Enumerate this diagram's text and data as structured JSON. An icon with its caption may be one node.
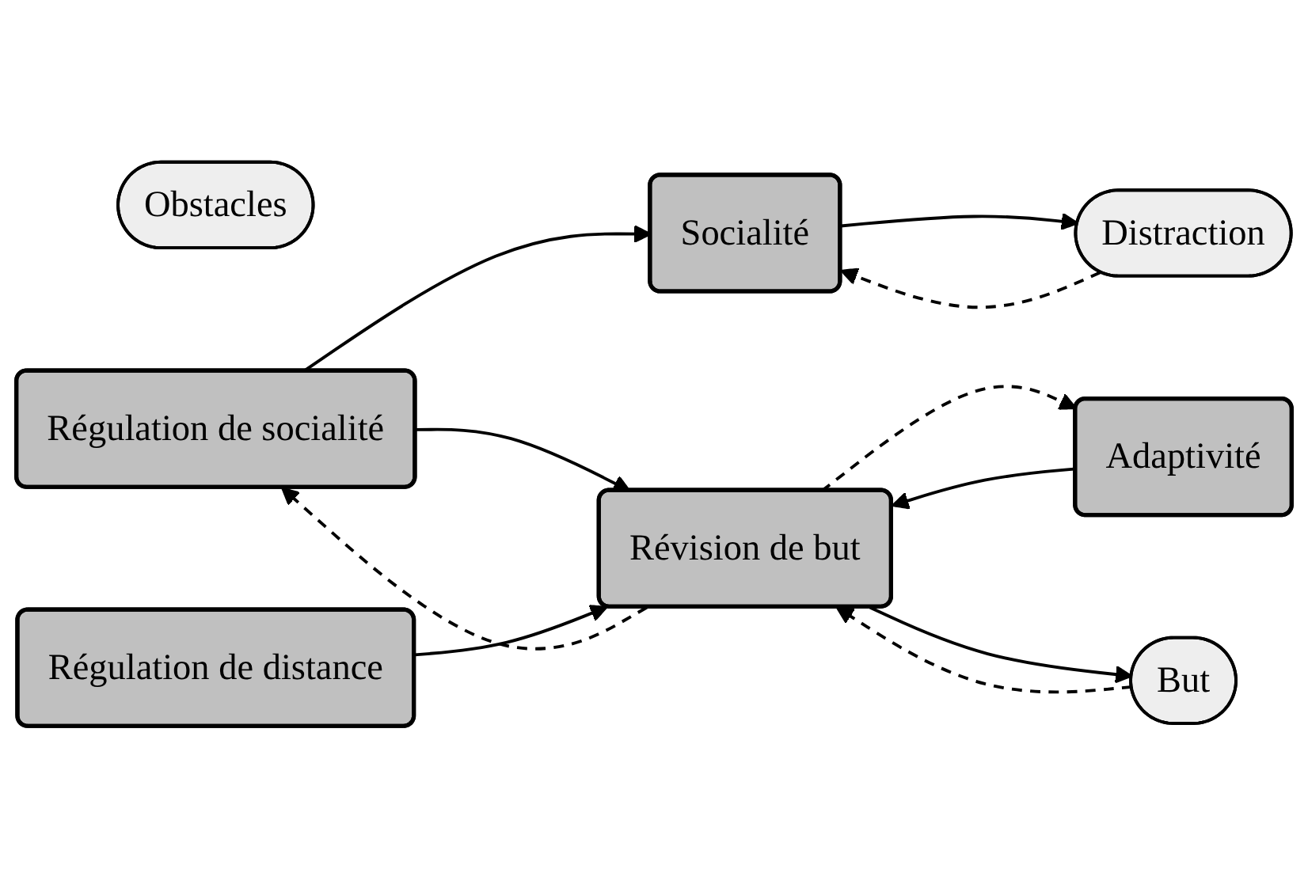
{
  "diagram": {
    "nodes": [
      {
        "text": [
          "Obstacles"
        ]
      },
      {
        "text": [
          "Régulation de socialité"
        ]
      },
      {
        "text": [
          "Socialité"
        ]
      },
      {
        "text": [
          "Distraction"
        ]
      },
      {
        "text": [
          "Adaptivité"
        ]
      },
      {
        "text": [
          "Révision de but"
        ]
      },
      {
        "text": [
          "But"
        ]
      },
      {
        "text": [
          "Régulation de distance"
        ]
      }
    ],
    "edges": [
      {
        "from": 1,
        "to": 2,
        "arrow": "to"
      },
      {
        "from": 2,
        "to": 3,
        "arrow": "to"
      },
      {
        "from": 3,
        "to": 2,
        "arrow": "to",
        "style": "dashed"
      },
      {
        "from": 1,
        "to": 5,
        "arrow": "to"
      },
      {
        "from": 5,
        "to": 1,
        "arrow": "to",
        "style": "dashed"
      },
      {
        "from": 4,
        "to": 5,
        "arrow": "to"
      },
      {
        "from": 5,
        "to": 4,
        "arrow": "to",
        "style": "dashed"
      },
      {
        "from": 5,
        "to": 6,
        "arrow": "to"
      },
      {
        "from": 6,
        "to": 5,
        "arrow": "to",
        "style": "dashed"
      },
      {
        "from": 7,
        "to": 5,
        "arrow": "to"
      }
    ]
  }
}
